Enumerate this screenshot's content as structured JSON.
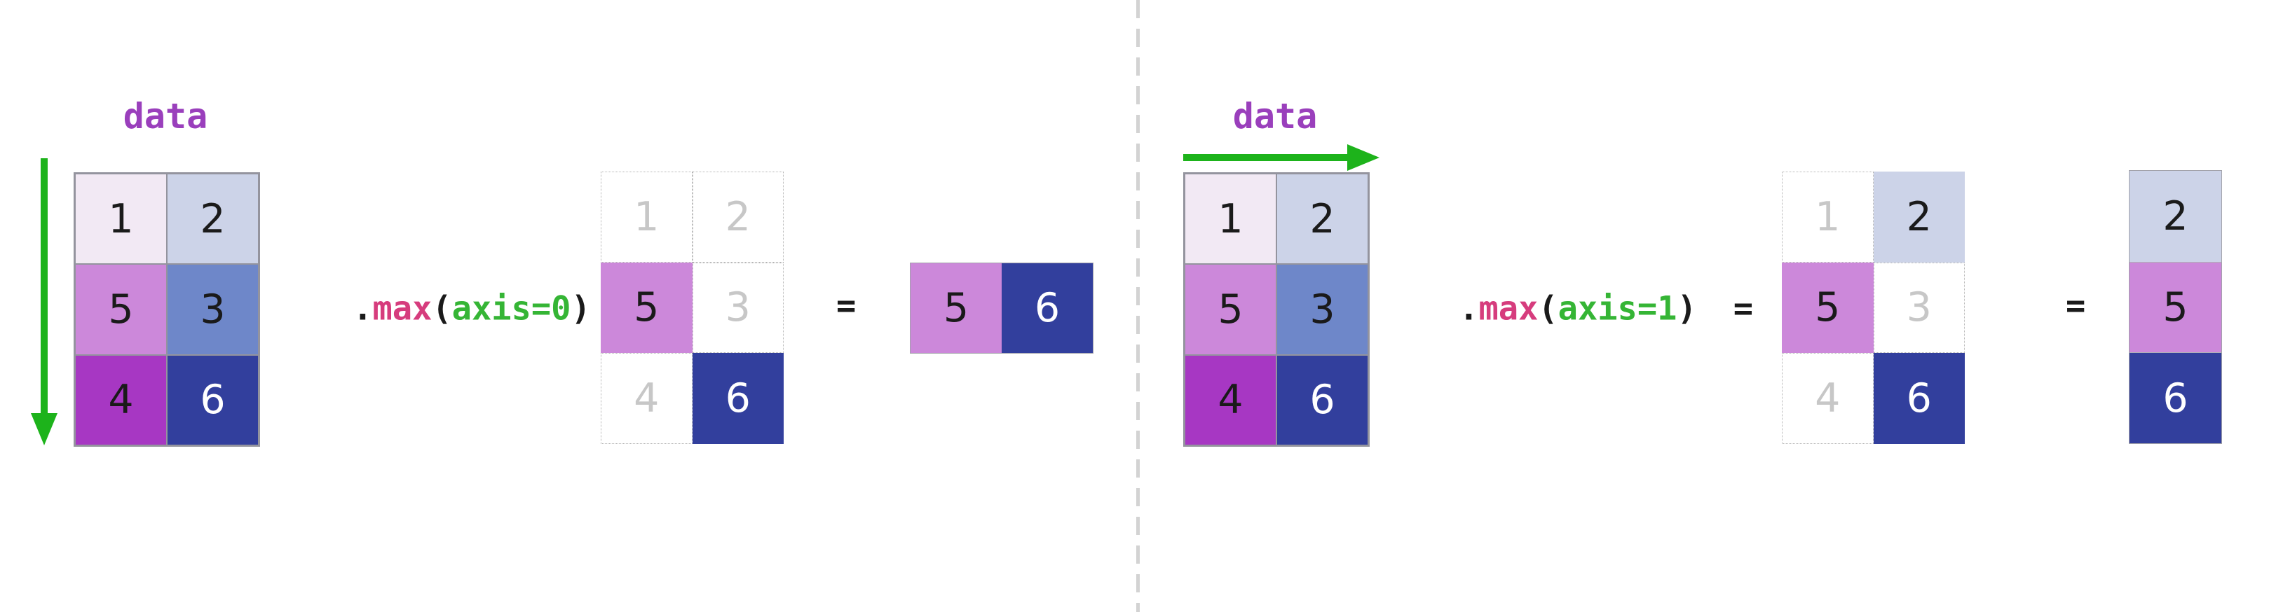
{
  "colors": {
    "label_purple": "#9a3fbc",
    "arrow_green": "#1db31b",
    "code_method_pink": "#d63c7d",
    "code_arg_green": "#35b535",
    "code_black": "#1a1a1a",
    "ghost_grey_text": "#c7c7c7",
    "divider_grey": "#d3d3d3",
    "cell_light_pink": "#f2e9f4",
    "cell_light_blue": "#ccd3e8",
    "cell_orchid": "#cc88da",
    "cell_mid_blue": "#6e87c9",
    "cell_purple": "#a737c3",
    "cell_dark_blue": "#323f9d"
  },
  "panels": [
    {
      "data_label": "data",
      "arrow_direction": "down",
      "code": {
        "prefix": ".",
        "method": "max",
        "paren_open": "(",
        "argument": "axis=0",
        "paren_close": ")",
        "equals": "="
      },
      "matrix": [
        [
          "1",
          "2"
        ],
        [
          "5",
          "3"
        ],
        [
          "4",
          "6"
        ]
      ],
      "intermediate": [
        [
          "1",
          "2"
        ],
        [
          "5",
          "3"
        ],
        [
          "4",
          "6"
        ]
      ],
      "intermediate_highlighted": [
        [
          false,
          false
        ],
        [
          true,
          false
        ],
        [
          false,
          true
        ]
      ],
      "result_equals": "=",
      "result": [
        "5",
        "6"
      ]
    },
    {
      "data_label": "data",
      "arrow_direction": "right",
      "code": {
        "prefix": ".",
        "method": "max",
        "paren_open": "(",
        "argument": "axis=1",
        "paren_close": ")",
        "equals": "="
      },
      "matrix": [
        [
          "1",
          "2"
        ],
        [
          "5",
          "3"
        ],
        [
          "4",
          "6"
        ]
      ],
      "intermediate": [
        [
          "1",
          "2"
        ],
        [
          "5",
          "3"
        ],
        [
          "4",
          "6"
        ]
      ],
      "intermediate_highlighted": [
        [
          false,
          true
        ],
        [
          true,
          false
        ],
        [
          false,
          true
        ]
      ],
      "result_equals": "=",
      "result": [
        "2",
        "5",
        "6"
      ]
    }
  ]
}
